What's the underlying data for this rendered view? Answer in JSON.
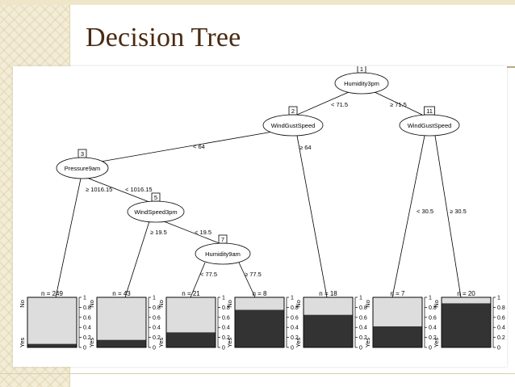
{
  "slide": {
    "title": "Decision Tree"
  },
  "tree": {
    "inner_nodes": [
      {
        "id": "1",
        "label": "Humidity3pm"
      },
      {
        "id": "2",
        "label": "WindGustSpeed"
      },
      {
        "id": "3",
        "label": "Pressure9am"
      },
      {
        "id": "5",
        "label": "WindSpeed3pm"
      },
      {
        "id": "7",
        "label": "Humidity9am"
      },
      {
        "id": "11",
        "label": "WindGustSpeed"
      }
    ],
    "edges": [
      {
        "from": "1",
        "to": "2",
        "label": "< 71.5"
      },
      {
        "from": "1",
        "to": "11",
        "label": "≥ 71.5"
      },
      {
        "from": "2",
        "to": "3",
        "label": "< 64"
      },
      {
        "from": "2",
        "to": "leaf5",
        "label": "≥ 64"
      },
      {
        "from": "3",
        "to": "leaf1",
        "label": "≥ 1016.15"
      },
      {
        "from": "3",
        "to": "5",
        "label": "< 1016.15"
      },
      {
        "from": "5",
        "to": "leaf2",
        "label": "≥ 19.5"
      },
      {
        "from": "5",
        "to": "7",
        "label": "< 19.5"
      },
      {
        "from": "7",
        "to": "leaf3",
        "label": "< 77.5"
      },
      {
        "from": "7",
        "to": "leaf4",
        "label": "≥ 77.5"
      },
      {
        "from": "11",
        "to": "leaf6",
        "label": "< 30.5"
      },
      {
        "from": "11",
        "to": "leaf7",
        "label": "≥ 30.5"
      }
    ],
    "leaves": [
      {
        "id": "leaf1",
        "n_label": "n = 249",
        "yes_fraction": 0.07
      },
      {
        "id": "leaf2",
        "n_label": "n = 43",
        "yes_fraction": 0.15
      },
      {
        "id": "leaf3",
        "n_label": "n = 21",
        "yes_fraction": 0.3
      },
      {
        "id": "leaf4",
        "n_label": "n = 8",
        "yes_fraction": 0.75
      },
      {
        "id": "leaf5",
        "n_label": "n = 18",
        "yes_fraction": 0.65
      },
      {
        "id": "leaf6",
        "n_label": "n = 7",
        "yes_fraction": 0.42
      },
      {
        "id": "leaf7",
        "n_label": "n = 20",
        "yes_fraction": 0.88
      }
    ],
    "class_labels": {
      "top": "No",
      "bottom": "Yes"
    },
    "axis_ticks": [
      "0",
      "0.2",
      "0.4",
      "0.6",
      "0.8",
      "1"
    ],
    "colors": {
      "yes": "#333333",
      "no": "#dddddd",
      "line": "#000000"
    }
  }
}
